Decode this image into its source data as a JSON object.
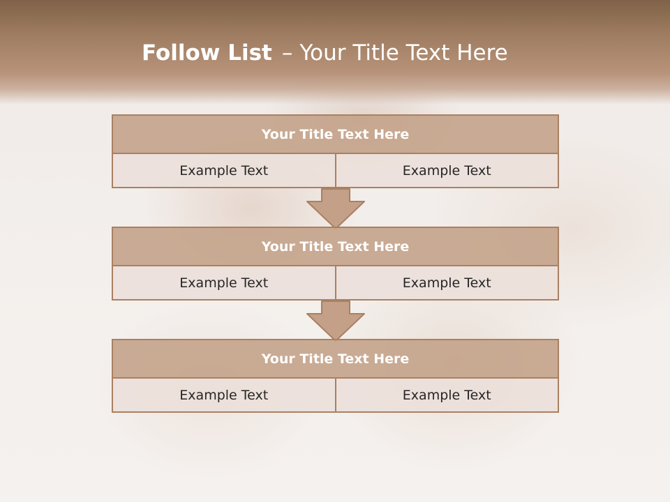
{
  "slide": {
    "title_bold": "Follow List",
    "title_dash": "–",
    "title_rest": "Your Title Text Here"
  },
  "blocks": [
    {
      "title": "Your Title Text Here",
      "left": "Example Text",
      "right": "Example Text"
    },
    {
      "title": "Your Title Text Here",
      "left": "Example Text",
      "right": "Example Text"
    },
    {
      "title": "Your Title Text Here",
      "left": "Example Text",
      "right": "Example Text"
    }
  ],
  "colors": {
    "header": "#a07e62",
    "block_fill": "#c3a087",
    "block_border": "#a98062",
    "row_fill": "#ece0da",
    "arrow_fill": "#c3a087"
  },
  "icons": [
    "down-arrow-icon",
    "down-arrow-icon"
  ]
}
